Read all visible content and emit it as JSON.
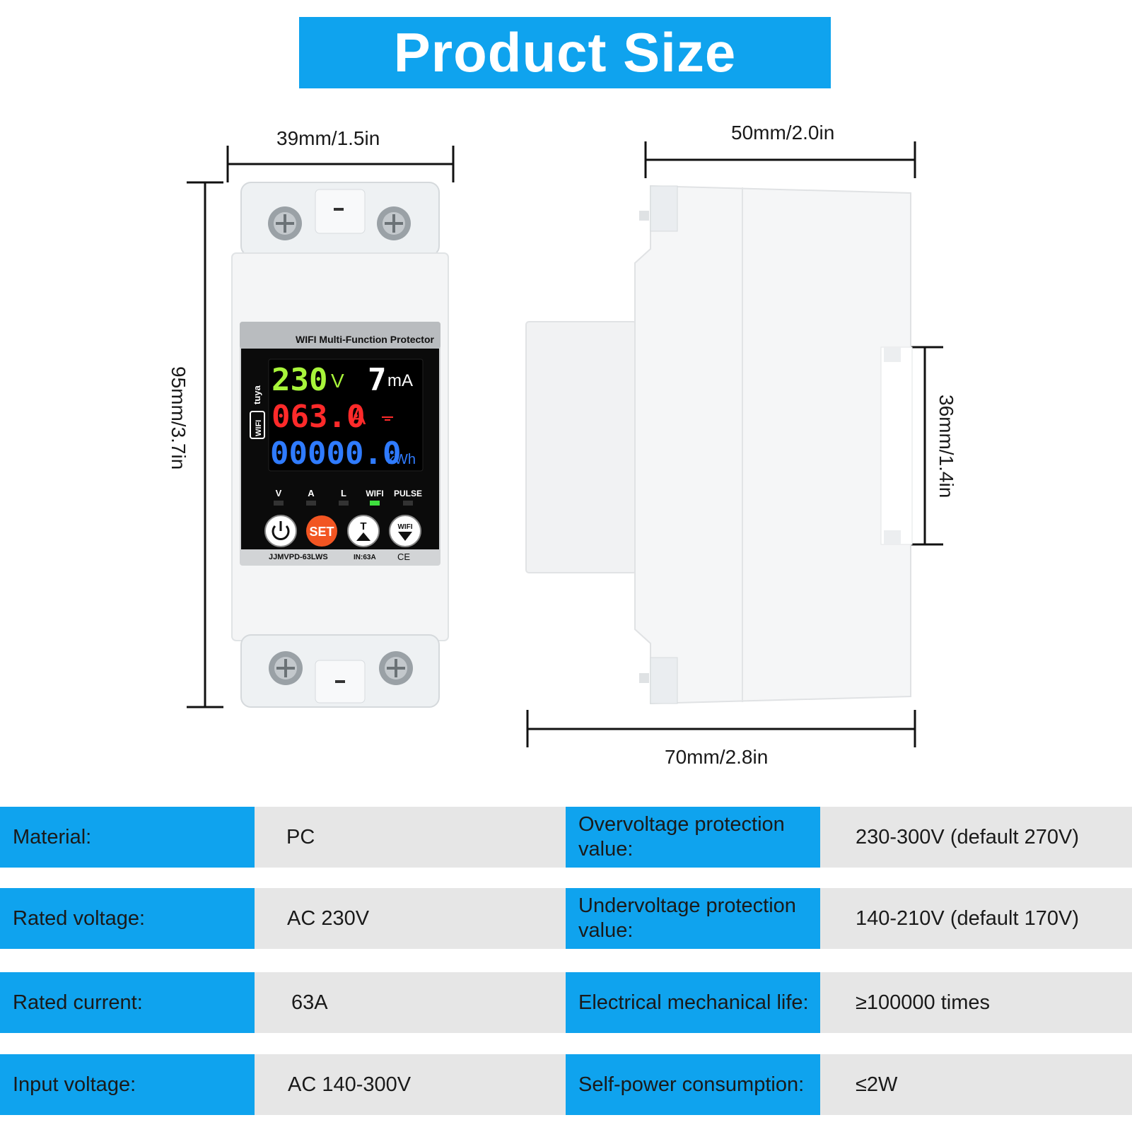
{
  "banner": {
    "title": "Product Size"
  },
  "dimensions": {
    "front_width": "39mm/1.5in",
    "front_height": "95mm/3.7in",
    "side_depth_top": "50mm/2.0in",
    "side_depth_bottom": "70mm/2.8in",
    "rail_height": "36mm/1.4in"
  },
  "device": {
    "header": "WIFI Multi-Function Protector",
    "side_labels": [
      "tuya",
      "WIFI"
    ],
    "display": {
      "voltage_value": "230",
      "voltage_unit": "V",
      "leak_value": "7",
      "leak_unit": "mA",
      "current_value": "063.0",
      "current_unit": "A",
      "energy_value": "00000.0",
      "energy_unit": "kWh"
    },
    "indicators": [
      "V",
      "A",
      "L",
      "WIFI",
      "PULSE"
    ],
    "buttons": {
      "set": "SET",
      "timer": "T",
      "wifi": "WIFI"
    },
    "model": "JJMVPD-63LWS",
    "rating": "IN:63A",
    "mark": "CE",
    "colors": {
      "voltage": "#a8f53a",
      "current": "#ff2a2a",
      "energy": "#2f7bff",
      "set_button": "#f25522",
      "wifi_led": "#3ee03e"
    }
  },
  "specs": {
    "left": [
      {
        "label": "Material:",
        "value": "PC"
      },
      {
        "label": "Rated voltage:",
        "value": "AC 230V"
      },
      {
        "label": "Rated current:",
        "value": "63A"
      },
      {
        "label": "Input voltage:",
        "value": "AC 140-300V"
      }
    ],
    "right": [
      {
        "label": "Overvoltage protection value:",
        "value": "230-300V (default 270V)"
      },
      {
        "label": "Undervoltage protection value:",
        "value": "140-210V (default 170V)"
      },
      {
        "label": "Electrical mechanical life:",
        "value": "≥100000 times"
      },
      {
        "label": "Self-power consumption:",
        "value": "≤2W"
      }
    ]
  },
  "accent_color": "#0fa3ee"
}
